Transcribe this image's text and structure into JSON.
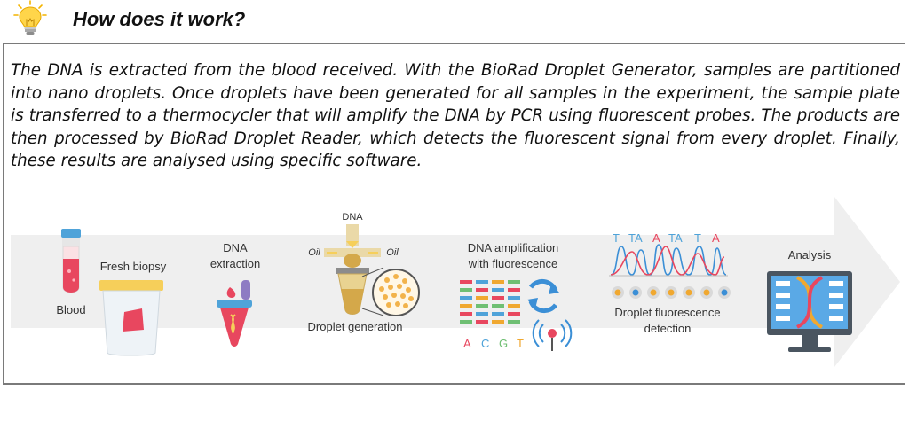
{
  "header": {
    "title": "How does it work?",
    "icon": "lightbulb-icon"
  },
  "description": "The DNA is extracted from the blood received. With the BioRad Droplet Generator, samples are partitioned into nano droplets. Once droplets have been generated for all samples in the experiment, the sample plate is transferred to a thermocycler that will amplify the DNA by PCR using fluorescent probes. The products are then processed by BioRad Droplet Reader, which detects the fluorescent signal from every droplet. Finally, these results are analysed using specific software.",
  "steps": {
    "blood": "Blood",
    "fresh_biopsy": "Fresh biopsy",
    "dna_extraction_l1": "DNA",
    "dna_extraction_l2": "extraction",
    "dna_input": "DNA",
    "oil_left": "Oil",
    "oil_right": "Oil",
    "droplet_generation": "Droplet generation",
    "amplification_l1": "DNA amplification",
    "amplification_l2": "with fluorescence",
    "bases": [
      "A",
      "C",
      "G",
      "T"
    ],
    "peak_letters": [
      "T",
      "TA",
      "A",
      "TA",
      "T",
      "A"
    ],
    "fluorescence_l1": "Droplet fluorescence",
    "fluorescence_l2": "detection",
    "analysis": "Analysis"
  },
  "colors": {
    "arrow": "#efefef",
    "blood": "#e8475f",
    "tube_cap": "#4fa3d9",
    "lid": "#f6cf5a",
    "droplet": "#f0a830",
    "frame": "#7a7a7a"
  }
}
